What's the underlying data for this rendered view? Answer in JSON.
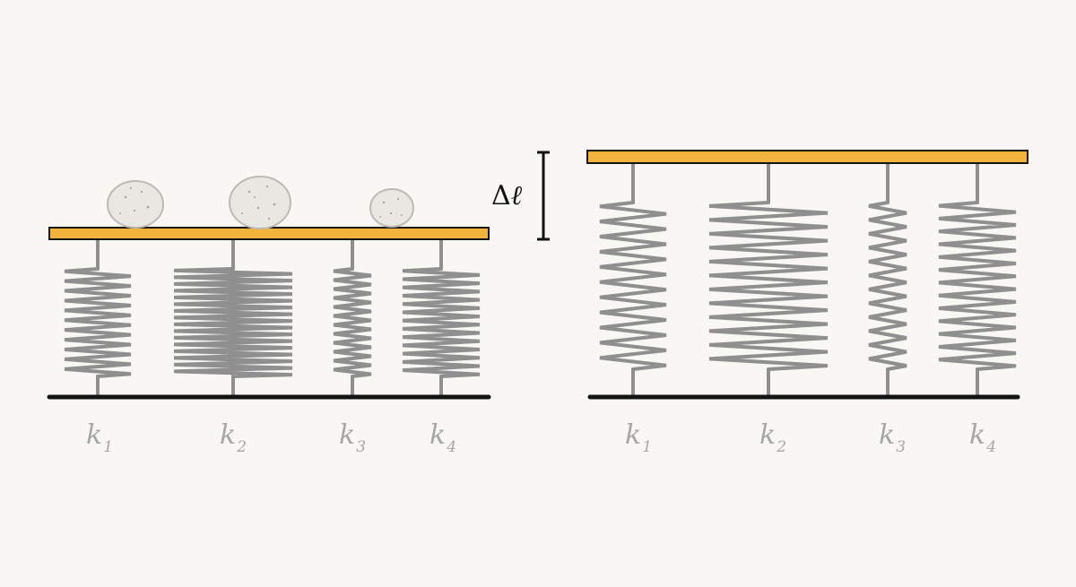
{
  "colors": {
    "background": "#f8f7f3",
    "plate": "#f2b43c",
    "spring": "#8f8f8f",
    "ground": "#141414",
    "label": "#a6a6a6"
  },
  "left_panel": {
    "state": "loaded",
    "springs": [
      {
        "symbol": "k",
        "subscript": "1"
      },
      {
        "symbol": "k",
        "subscript": "2"
      },
      {
        "symbol": "k",
        "subscript": "3"
      },
      {
        "symbol": "k",
        "subscript": "4"
      }
    ],
    "rocks": 3
  },
  "right_panel": {
    "state": "unloaded",
    "springs": [
      {
        "symbol": "k",
        "subscript": "1"
      },
      {
        "symbol": "k",
        "subscript": "2"
      },
      {
        "symbol": "k",
        "subscript": "3"
      },
      {
        "symbol": "k",
        "subscript": "4"
      }
    ]
  },
  "displacement": {
    "symbol": "Δ",
    "variable": "ℓ"
  }
}
